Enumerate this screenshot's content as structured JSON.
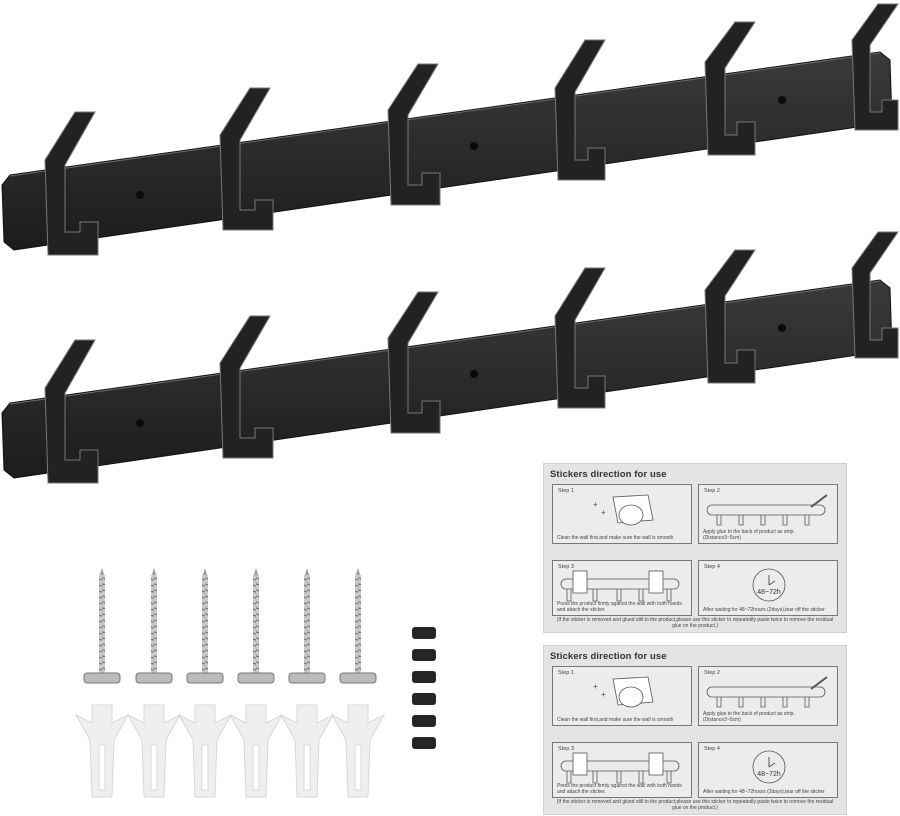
{
  "image": {
    "subject": "Wall-mounted 6-hook coat rack set (2 racks) with mounting hardware",
    "background_color": "#ffffff",
    "rack_color": "#2b2b2b",
    "rack_count": 2,
    "hooks_per_rack": 6
  },
  "hardware": {
    "screws_count": 6,
    "anchors_count": 6,
    "caps_count": 6,
    "screw_color": "#b8b8b8",
    "anchor_color": "#eeeeee",
    "cap_color": "#2a2a2a"
  },
  "instruction_cards": [
    {
      "title": "Stickers direction for use",
      "steps": [
        {
          "label": "Step 1",
          "caption": "Clean the wall first,and make sure the wall is smooth"
        },
        {
          "label": "Step 2",
          "caption": "Apply glue to the back of product as strip. (Distance3~5cm)"
        },
        {
          "label": "Step 3",
          "caption": "Press the product firmly against the wall with both hands and attach the sticker."
        },
        {
          "label": "Step 4",
          "caption": "After waiting for 48~72hours (2days),tear off the sticker",
          "clock_text": "48~72h"
        }
      ],
      "note": "(If the sticker is removed and glued still to the product,please use this sticker to repeatedly paste twice to remove the residual glue on the product.)"
    },
    {
      "title": "Stickers direction for use",
      "steps": [
        {
          "label": "Step 1",
          "caption": "Clean the wall first,and make sure the wall is smooth"
        },
        {
          "label": "Step 2",
          "caption": "Apply glue to the back of product as strip. (Distance3~5cm)"
        },
        {
          "label": "Step 3",
          "caption": "Press the product firmly against the wall with both hands and attach the sticker."
        },
        {
          "label": "Step 4",
          "caption": "After waiting for 48~72hours (2days),tear off the sticker",
          "clock_text": "48~72h"
        }
      ],
      "note": "(If the sticker is removed and glued still to the product,please use this sticker to repeatedly paste twice to remove the residual glue on the product.)"
    }
  ]
}
